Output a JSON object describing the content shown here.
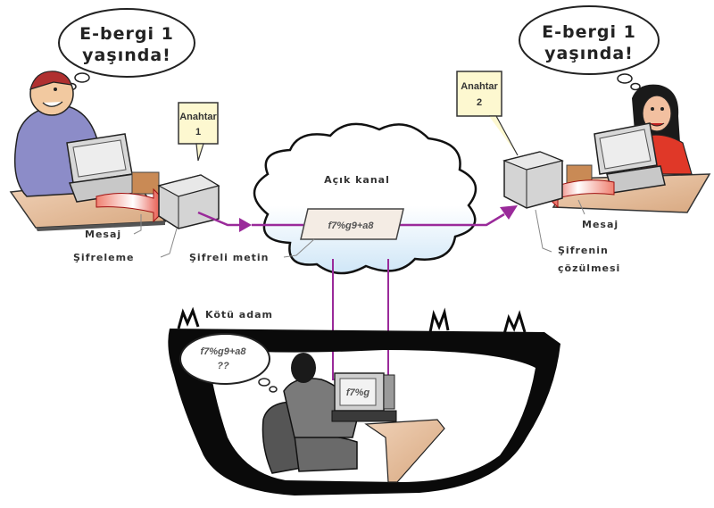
{
  "diagram": {
    "title": "Encrypted communication over an open channel",
    "sender": {
      "thought": [
        "E-bergi 1",
        "yaşında!"
      ],
      "key_label": [
        "Anahtar",
        "1"
      ],
      "message_label": "Mesaj",
      "process_label": "Şifreleme"
    },
    "receiver": {
      "thought": [
        "E-bergi 1",
        "yaşında!"
      ],
      "key_label": [
        "Anahtar",
        "2"
      ],
      "message_label": "Mesaj",
      "process_label": [
        "Şifrenin",
        "çözülmesi"
      ]
    },
    "channel": {
      "label": "Açık kanal",
      "ciphertext": "f7%g9+a8",
      "ciphertext_label": "Şifreli metin"
    },
    "eavesdropper": {
      "label": "Kötü adam",
      "thought": [
        "f7%g9+a8",
        "??"
      ],
      "screen_text": "f7%g"
    },
    "colors": {
      "link": "#9a2a9a",
      "key_note": "#fdf8d0",
      "cloud_bottom": "#cfe6f7",
      "arrow_red": "#e03020",
      "monitor": "#d8d8d8",
      "desk": "#e8c8a8"
    }
  }
}
